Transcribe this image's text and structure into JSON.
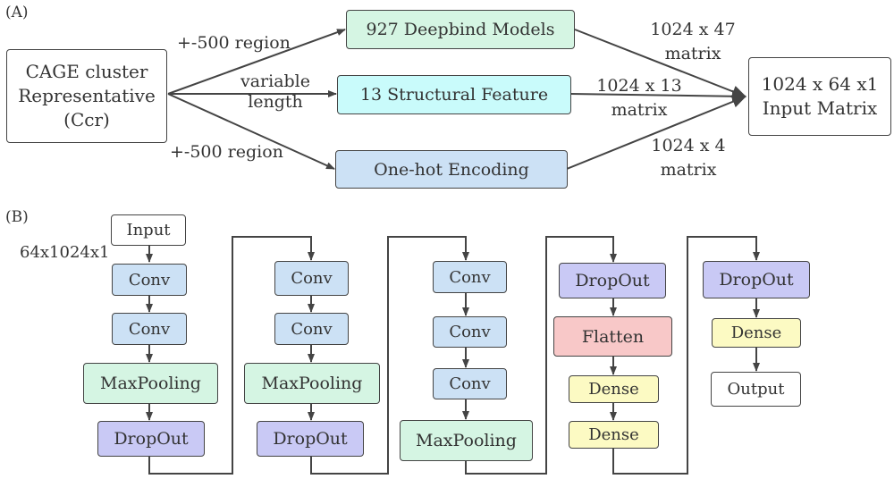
{
  "panel_a": {
    "section_label": "(A)",
    "cage_box": "CAGE cluster\nRepresentative\n(Ccr)",
    "deepbind_box": "927 Deepbind Models",
    "structural_box": "13 Structural Feature",
    "onehot_box": "One-hot Encoding",
    "input_matrix_box": "1024 x 64 x1\nInput Matrix",
    "edge_top_label": "+-500 region",
    "edge_mid_label": "variable\nlength",
    "edge_bottom_label": "+-500 region",
    "matrix_top_label": "1024 x 47\nmatrix",
    "matrix_mid_label": "1024 x 13\nmatrix",
    "matrix_bottom_label": "1024 x 4\nmatrix"
  },
  "panel_b": {
    "section_label": "(B)",
    "input_shape_label": "64x1024x1",
    "column1": [
      "Input",
      "Conv",
      "Conv",
      "MaxPooling",
      "DropOut"
    ],
    "column2": [
      "Conv",
      "Conv",
      "MaxPooling",
      "DropOut"
    ],
    "column3": [
      "Conv",
      "Conv",
      "Conv",
      "MaxPooling"
    ],
    "column4": [
      "DropOut",
      "Flatten",
      "Dense",
      "Dense"
    ],
    "column5": [
      "DropOut",
      "Dense",
      "Output"
    ]
  },
  "colors": {
    "line": "#444444",
    "green": "#d5f5e3",
    "cyan": "#c9fbfb",
    "blue": "#cce1f5",
    "purple": "#c9c9f5",
    "red": "#f8c8c8",
    "yellow": "#fcfac3"
  }
}
